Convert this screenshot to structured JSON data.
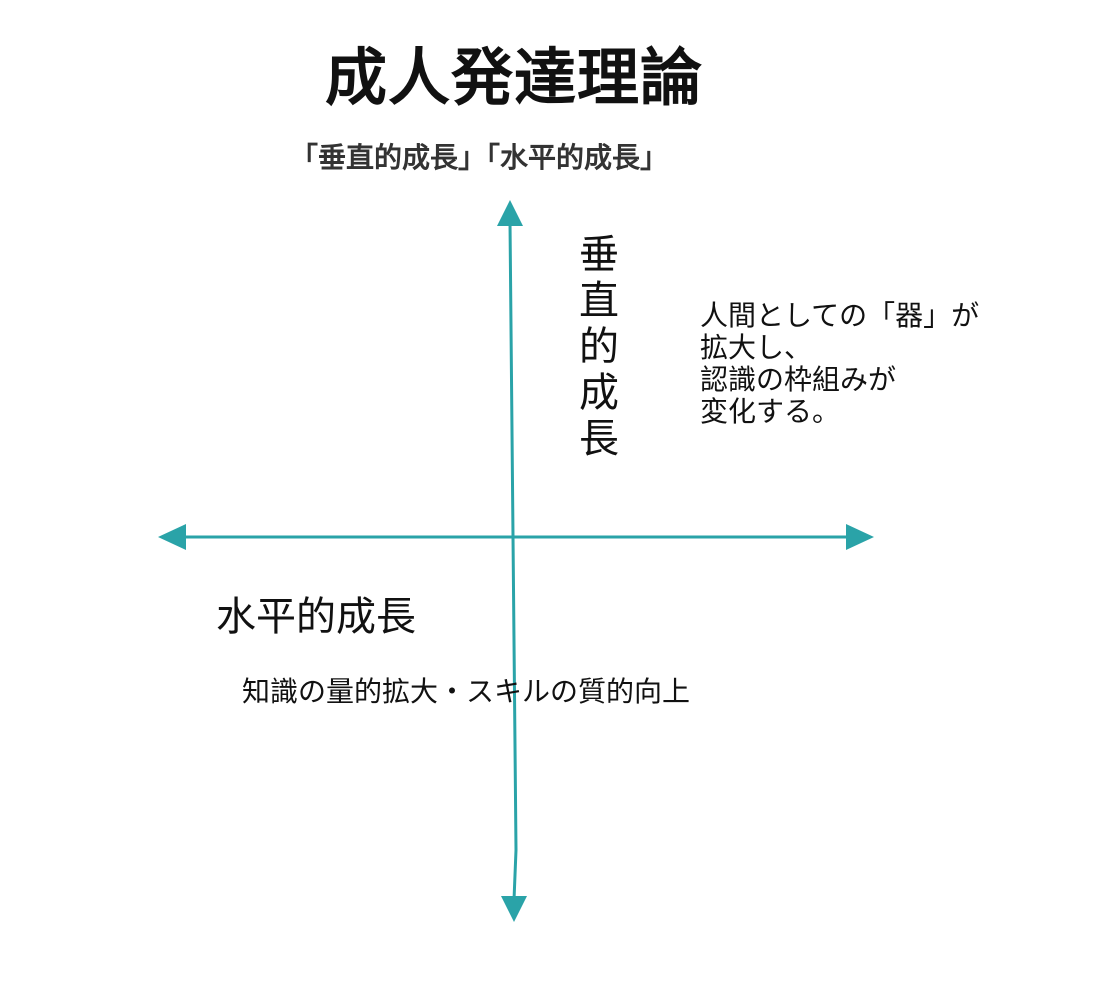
{
  "title": "成人発達理論",
  "subtitle": "「垂直的成長」「水平的成長」",
  "vertical_axis": {
    "label": "垂直的成長",
    "description": "人間としての「器」が\n拡大し、\n認識の枠組みが\n変化する。"
  },
  "horizontal_axis": {
    "label": "水平的成長",
    "description": "知識の量的拡大・スキルの質的向上"
  },
  "colors": {
    "axis": "#2aa3a8",
    "text": "#111111",
    "subtitle": "#333333"
  }
}
